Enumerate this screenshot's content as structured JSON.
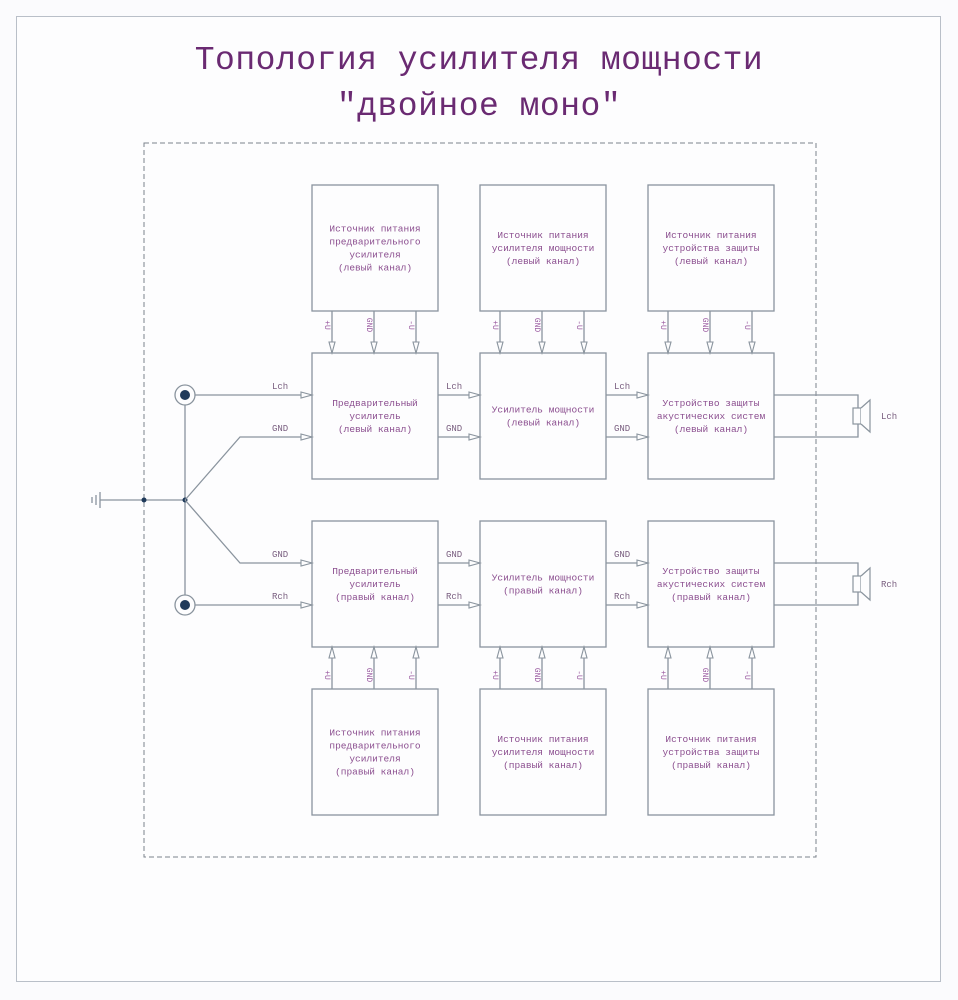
{
  "title": {
    "line1": "Топология усилителя мощности",
    "line2": "\"двойное моно\""
  },
  "colors": {
    "title": "#6a2a72",
    "block_text": "#8b4e8f",
    "lines": "#8a949e",
    "jack": "#1f3a5a"
  },
  "supply_labels": [
    "+U",
    "GND",
    "-U"
  ],
  "blocks": {
    "psu_pre_left": [
      "Источник питания",
      "предварительного",
      "усилителя",
      "(левый канал)"
    ],
    "psu_amp_left": [
      "Источник питания",
      "усилителя мощности",
      "(левый канал)"
    ],
    "psu_prot_left": [
      "Источник питания",
      "устройства защиты",
      "(левый канал)"
    ],
    "pre_left": [
      "Предварительный",
      "усилитель",
      "(левый канал)"
    ],
    "amp_left": [
      "Усилитель мощности",
      "(левый канал)"
    ],
    "prot_left": [
      "Устройство защиты",
      "акустических систем",
      "(левый канал)"
    ],
    "pre_right": [
      "Предварительный",
      "усилитель",
      "(правый канал)"
    ],
    "amp_right": [
      "Усилитель мощности",
      "(правый канал)"
    ],
    "prot_right": [
      "Устройство защиты",
      "акустических систем",
      "(правый канал)"
    ],
    "psu_pre_right": [
      "Источник питания",
      "предварительного",
      "усилителя",
      "(правый канал)"
    ],
    "psu_amp_right": [
      "Источник питания",
      "усилителя мощности",
      "(правый канал)"
    ],
    "psu_prot_right": [
      "Источник питания",
      "устройства защиты",
      "(правый канал)"
    ]
  },
  "signals": {
    "left": [
      "Lch",
      "GND"
    ],
    "right": [
      "GND",
      "Rch"
    ]
  },
  "speakers": {
    "left": "Lch",
    "right": "Rch"
  }
}
